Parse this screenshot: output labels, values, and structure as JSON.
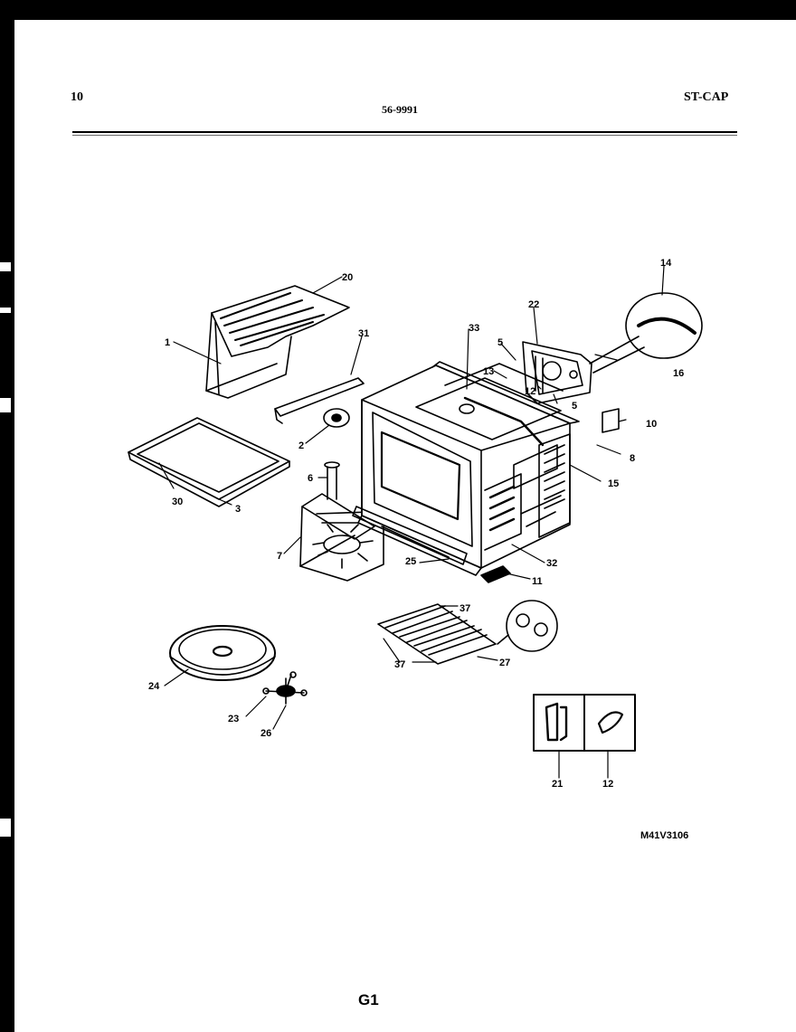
{
  "header": {
    "page_number": "10",
    "doc_number": "56-9991",
    "model_code": "ST-CAP"
  },
  "diagram": {
    "callouts": [
      "1",
      "20",
      "31",
      "33",
      "22",
      "14",
      "5",
      "13",
      "12",
      "5",
      "16",
      "10",
      "8",
      "15",
      "2",
      "6",
      "30",
      "3",
      "7",
      "25",
      "32",
      "11",
      "37",
      "37",
      "27",
      "24",
      "23",
      "26",
      "21",
      "12"
    ]
  },
  "footer": {
    "drawing_id": "M41V3106",
    "page_code": "G1"
  }
}
